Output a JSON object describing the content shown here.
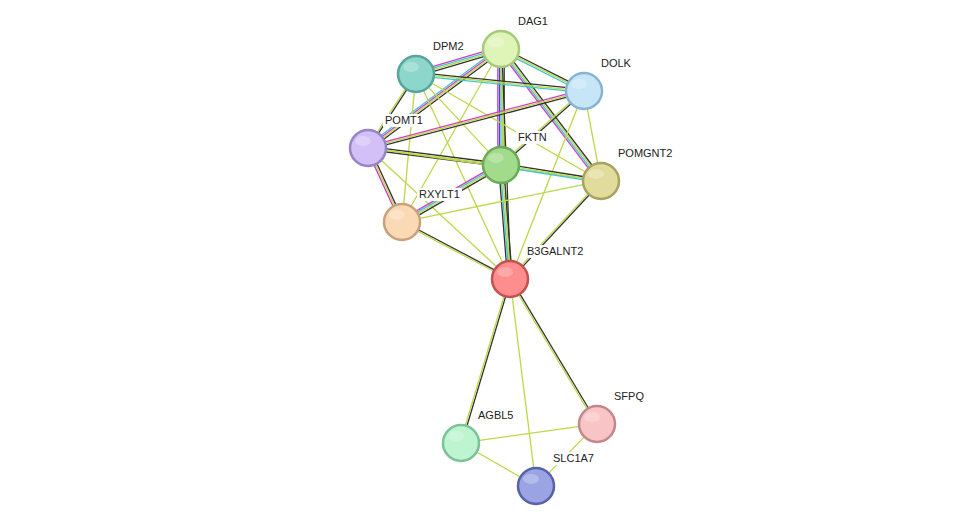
{
  "diagram": {
    "nodes": [
      {
        "text": [
          "DAG1"
        ]
      },
      {
        "text": [
          "DPM2"
        ]
      },
      {
        "text": [
          "DOLK"
        ]
      },
      {
        "text": [
          "POMT1"
        ]
      },
      {
        "text": [
          "FKTN"
        ]
      },
      {
        "text": [
          "POMGNT2"
        ]
      },
      {
        "text": [
          "RXYLT1"
        ]
      },
      {
        "text": [
          "B3GALNT2"
        ]
      },
      {
        "text": [
          "AGBL5"
        ]
      },
      {
        "text": [
          "SFPQ"
        ]
      },
      {
        "text": [
          "SLC1A7"
        ]
      }
    ],
    "edges": [
      {
        "from": 0,
        "to": 1,
        "arrow": "none"
      },
      {
        "from": 0,
        "to": 2,
        "arrow": "none"
      },
      {
        "from": 0,
        "to": 3,
        "arrow": "none"
      },
      {
        "from": 0,
        "to": 4,
        "arrow": "none"
      },
      {
        "from": 0,
        "to": 5,
        "arrow": "none"
      },
      {
        "from": 0,
        "to": 6,
        "arrow": "none"
      },
      {
        "from": 0,
        "to": 7,
        "arrow": "none"
      },
      {
        "from": 1,
        "to": 2,
        "arrow": "none"
      },
      {
        "from": 1,
        "to": 3,
        "arrow": "none"
      },
      {
        "from": 1,
        "to": 4,
        "arrow": "none"
      },
      {
        "from": 1,
        "to": 5,
        "arrow": "none"
      },
      {
        "from": 1,
        "to": 6,
        "arrow": "none"
      },
      {
        "from": 1,
        "to": 7,
        "arrow": "none"
      },
      {
        "from": 2,
        "to": 3,
        "arrow": "none"
      },
      {
        "from": 2,
        "to": 4,
        "arrow": "none"
      },
      {
        "from": 2,
        "to": 5,
        "arrow": "none"
      },
      {
        "from": 2,
        "to": 7,
        "arrow": "none"
      },
      {
        "from": 3,
        "to": 4,
        "arrow": "none"
      },
      {
        "from": 3,
        "to": 5,
        "arrow": "none"
      },
      {
        "from": 3,
        "to": 6,
        "arrow": "none"
      },
      {
        "from": 3,
        "to": 7,
        "arrow": "none"
      },
      {
        "from": 4,
        "to": 5,
        "arrow": "none"
      },
      {
        "from": 4,
        "to": 6,
        "arrow": "none"
      },
      {
        "from": 4,
        "to": 7,
        "arrow": "none"
      },
      {
        "from": 5,
        "to": 6,
        "arrow": "none"
      },
      {
        "from": 5,
        "to": 7,
        "arrow": "none"
      },
      {
        "from": 6,
        "to": 7,
        "arrow": "none"
      },
      {
        "from": 7,
        "to": 8,
        "arrow": "none"
      },
      {
        "from": 7,
        "to": 9,
        "arrow": "none"
      },
      {
        "from": 7,
        "to": 10,
        "arrow": "none"
      },
      {
        "from": 8,
        "to": 9,
        "arrow": "none"
      },
      {
        "from": 8,
        "to": 10,
        "arrow": "none"
      },
      {
        "from": 9,
        "to": 10,
        "arrow": "none"
      }
    ]
  }
}
